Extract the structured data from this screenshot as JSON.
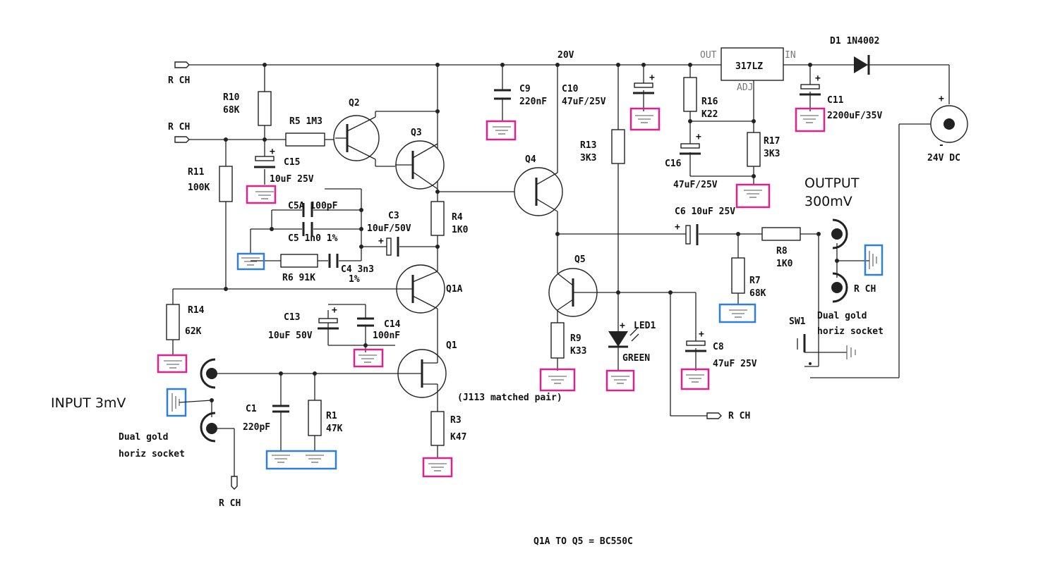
{
  "labels": {
    "rail_20v": "20V",
    "r_ch": "R CH",
    "input": "INPUT 3mV",
    "input_socket_1": "Dual gold",
    "input_socket_2": "horiz socket",
    "output_1": "OUTPUT",
    "output_2": "300mV",
    "output_socket_1": "Dual gold",
    "output_socket_2": "horiz socket",
    "dc_in": "24V DC",
    "jfet_note": "(J113 matched pair)",
    "bom_note": "Q1A TO Q5 = BC550C",
    "reg_out": "OUT",
    "reg_in": "IN",
    "reg_adj": "ADJ",
    "reg_name": "317LZ",
    "diode": "D1 1N4002",
    "sw1": "SW1"
  },
  "components": {
    "r10": [
      "R10",
      "68K"
    ],
    "r5": "R5 1M3",
    "r11": [
      "R11",
      "100K"
    ],
    "c15": [
      "C15",
      "10uF 25V"
    ],
    "c5a": "C5A 100pF",
    "c5": "C5 1n0 1%",
    "c3": [
      "C3",
      "10uF/50V"
    ],
    "r6": "R6 91K",
    "c4": [
      "C4 3n3",
      "1%"
    ],
    "r4": [
      "R4",
      "1K0"
    ],
    "r14": [
      "R14",
      "62K"
    ],
    "c13": [
      "C13",
      "10uF 50V"
    ],
    "c14": [
      "C14",
      "100nF"
    ],
    "c1": [
      "C1",
      "220pF"
    ],
    "r1": [
      "R1",
      "47K"
    ],
    "r3": [
      "R3",
      "K47"
    ],
    "q1": "Q1",
    "q1a": "Q1A",
    "q2": "Q2",
    "q3": "Q3",
    "q4": "Q4",
    "q5": "Q5",
    "c9": [
      "C9",
      "220nF"
    ],
    "c10": [
      "C10",
      "47uF/25V"
    ],
    "r13": [
      "R13",
      "3K3"
    ],
    "r9": [
      "R9",
      "K33"
    ],
    "led": [
      "LED1",
      "GREEN"
    ],
    "c6": "C6 10uF 25V",
    "r8": [
      "R8",
      "1K0"
    ],
    "r7": [
      "R7",
      "68K"
    ],
    "c8": [
      "C8",
      "47uF 25V"
    ],
    "r16": [
      "R16",
      "K22"
    ],
    "r17": [
      "R17",
      "3K3"
    ],
    "c16": [
      "C16",
      "47uF/25V"
    ],
    "c11": [
      "C11",
      "2200uF/35V"
    ]
  },
  "colors": {
    "highlight_magenta": "#e0208c",
    "highlight_blue": "#2f7fd6",
    "wire": "#222222"
  }
}
